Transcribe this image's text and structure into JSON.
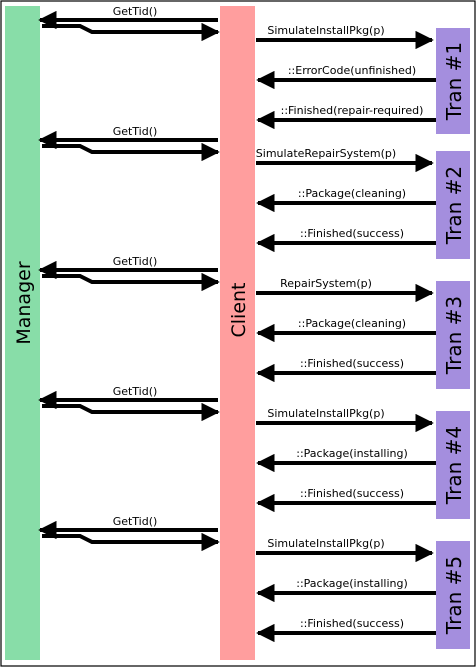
{
  "columns": {
    "manager": {
      "label": "Manager",
      "color": "#88dda8"
    },
    "client": {
      "label": "Client",
      "color": "#ff9e9e"
    }
  },
  "transaction_color": "#a48ede",
  "gettid_label": "GetTid()",
  "transactions": [
    {
      "label": "Tran #1",
      "calls": [
        "SimulateInstallPkg(p)",
        "::ErrorCode(unfinished)",
        "::Finished(repair-required)"
      ]
    },
    {
      "label": "Tran #2",
      "calls": [
        "SimulateRepairSystem(p)",
        "::Package(cleaning)",
        "::Finished(success)"
      ]
    },
    {
      "label": "Tran #3",
      "calls": [
        "RepairSystem(p)",
        "::Package(cleaning)",
        "::Finished(success)"
      ]
    },
    {
      "label": "Tran #4",
      "calls": [
        "SimulateInstallPkg(p)",
        "::Package(installing)",
        "::Finished(success)"
      ]
    },
    {
      "label": "Tran #5",
      "calls": [
        "SimulateInstallPkg(p)",
        "::Package(installing)",
        "::Finished(success)"
      ]
    }
  ]
}
